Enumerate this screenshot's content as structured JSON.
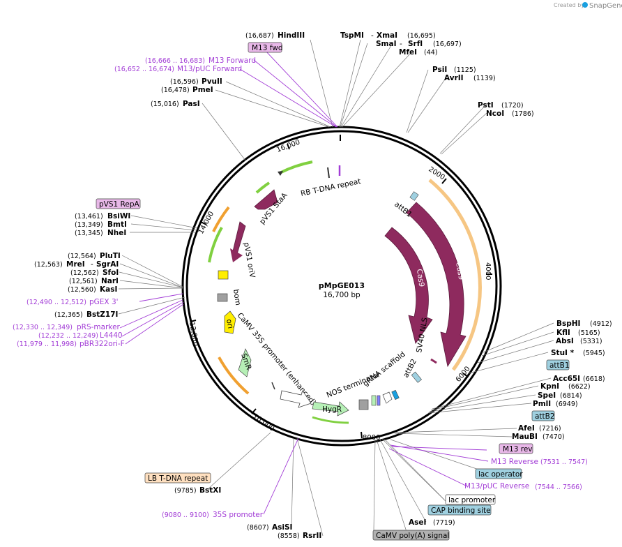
{
  "logo": {
    "prefix": "Created by",
    "brand": "SnapGene"
  },
  "plasmid": {
    "name": "pMpGE013",
    "size": "16,700 bp"
  },
  "ticks": [
    "2000",
    "4000",
    "6000",
    "8000",
    "10,000",
    "12,000",
    "14,000",
    "16,000"
  ],
  "enzymes": [
    {
      "name": "HindIII",
      "pos": "(16,687)"
    },
    {
      "name": "TspMI",
      "pos": ""
    },
    {
      "name": "XmaI",
      "pos": "(16,695)"
    },
    {
      "name": "SmaI",
      "pos": ""
    },
    {
      "name": "SrfI",
      "pos": "(16,697)"
    },
    {
      "name": "MfeI",
      "pos": "(44)"
    },
    {
      "name": "PvuII",
      "pos": "(16,596)"
    },
    {
      "name": "PmeI",
      "pos": "(16,478)"
    },
    {
      "name": "PasI",
      "pos": "(15,016)"
    },
    {
      "name": "PsiI",
      "pos": "(1125)"
    },
    {
      "name": "AvrII",
      "pos": "(1139)"
    },
    {
      "name": "PstI",
      "pos": "(1720)"
    },
    {
      "name": "NcoI",
      "pos": "(1786)"
    },
    {
      "name": "BsiWI",
      "pos": "(13,461)"
    },
    {
      "name": "BmtI",
      "pos": "(13,349)"
    },
    {
      "name": "NheI",
      "pos": "(13,345)"
    },
    {
      "name": "PluTI",
      "pos": "(12,564)"
    },
    {
      "name": "MreI",
      "pos": "(12,563)"
    },
    {
      "name": "SgrAI",
      "pos": ""
    },
    {
      "name": "SfoI",
      "pos": "(12,562)"
    },
    {
      "name": "NarI",
      "pos": "(12,561)"
    },
    {
      "name": "KasI",
      "pos": "(12,560)"
    },
    {
      "name": "BstZ17I",
      "pos": "(12,365)"
    },
    {
      "name": "BspHI",
      "pos": "(4912)"
    },
    {
      "name": "KflI",
      "pos": "(5165)"
    },
    {
      "name": "AbsI",
      "pos": "(5331)"
    },
    {
      "name": "StuI *",
      "pos": "(5945)"
    },
    {
      "name": "Acc65I",
      "pos": "(6618)"
    },
    {
      "name": "KpnI",
      "pos": "(6622)"
    },
    {
      "name": "SpeI",
      "pos": "(6814)"
    },
    {
      "name": "PmlI",
      "pos": "(6949)"
    },
    {
      "name": "AfeI",
      "pos": "(7216)"
    },
    {
      "name": "MauBI",
      "pos": "(7470)"
    },
    {
      "name": "AseI",
      "pos": "(7719)"
    },
    {
      "name": "BstXI",
      "pos": "(9785)"
    },
    {
      "name": "AsiSI",
      "pos": "(8607)"
    },
    {
      "name": "RsrII",
      "pos": "(8558)"
    }
  ],
  "primers": [
    {
      "name": "M13 Forward",
      "range": "(16,666 .. 16,683)"
    },
    {
      "name": "M13/pUC Forward",
      "range": "(16,652 .. 16,674)"
    },
    {
      "name": "pGEX 3'",
      "range": "(12,490 .. 12,512)"
    },
    {
      "name": "pRS-marker",
      "range": "(12,330 .. 12,349)"
    },
    {
      "name": "L4440",
      "range": "(12,232 .. 12,249)"
    },
    {
      "name": "pBR322ori-F",
      "range": "(11,979 .. 11,998)"
    },
    {
      "name": "M13 Reverse",
      "range": "(7531 .. 7547)"
    },
    {
      "name": "M13/pUC Reverse",
      "range": "(7544 .. 7566)"
    },
    {
      "name": "35S promoter",
      "range": "(9080 .. 9100)"
    }
  ],
  "boxes": {
    "m13fwd": "M13 fwd",
    "pvs1repa": "pVS1 RepA",
    "attb1": "attB1",
    "attb2": "attB2",
    "m13rev": "M13 rev",
    "lacop": "lac operator",
    "lacprom": "lac promoter",
    "cap": "CAP binding site",
    "camv": "CaMV poly(A) signal",
    "lbtdna": "LB T-DNA repeat"
  },
  "features": {
    "rb": "RB T-DNA repeat",
    "stas": "pVS1 StaA",
    "oriv": "pVS1 oriV",
    "bom": "bom",
    "ori": "ori",
    "smr": "SmR",
    "p35s": "CaMV 35S promoter (enhanced)",
    "nos": "NOS terminator",
    "hygr": "HygR",
    "grna": "gRNA scaffold",
    "attb1": "attB1",
    "attb2": "attB2",
    "cas9a": "Cas9",
    "cas9b": "Cas9",
    "sv40": "SV40 NLS"
  },
  "colors": {
    "cas9": "#8e2a5e",
    "primer": "#a23cd6",
    "hygr": "#b6f0b6",
    "ori": "#ffee00",
    "orange": "#f0a030",
    "green": "#80d040",
    "attb": "#9fd0e0",
    "m13": "#e8b8e8",
    "lb": "#ffe0c0",
    "grey": "#b0b0b0"
  }
}
